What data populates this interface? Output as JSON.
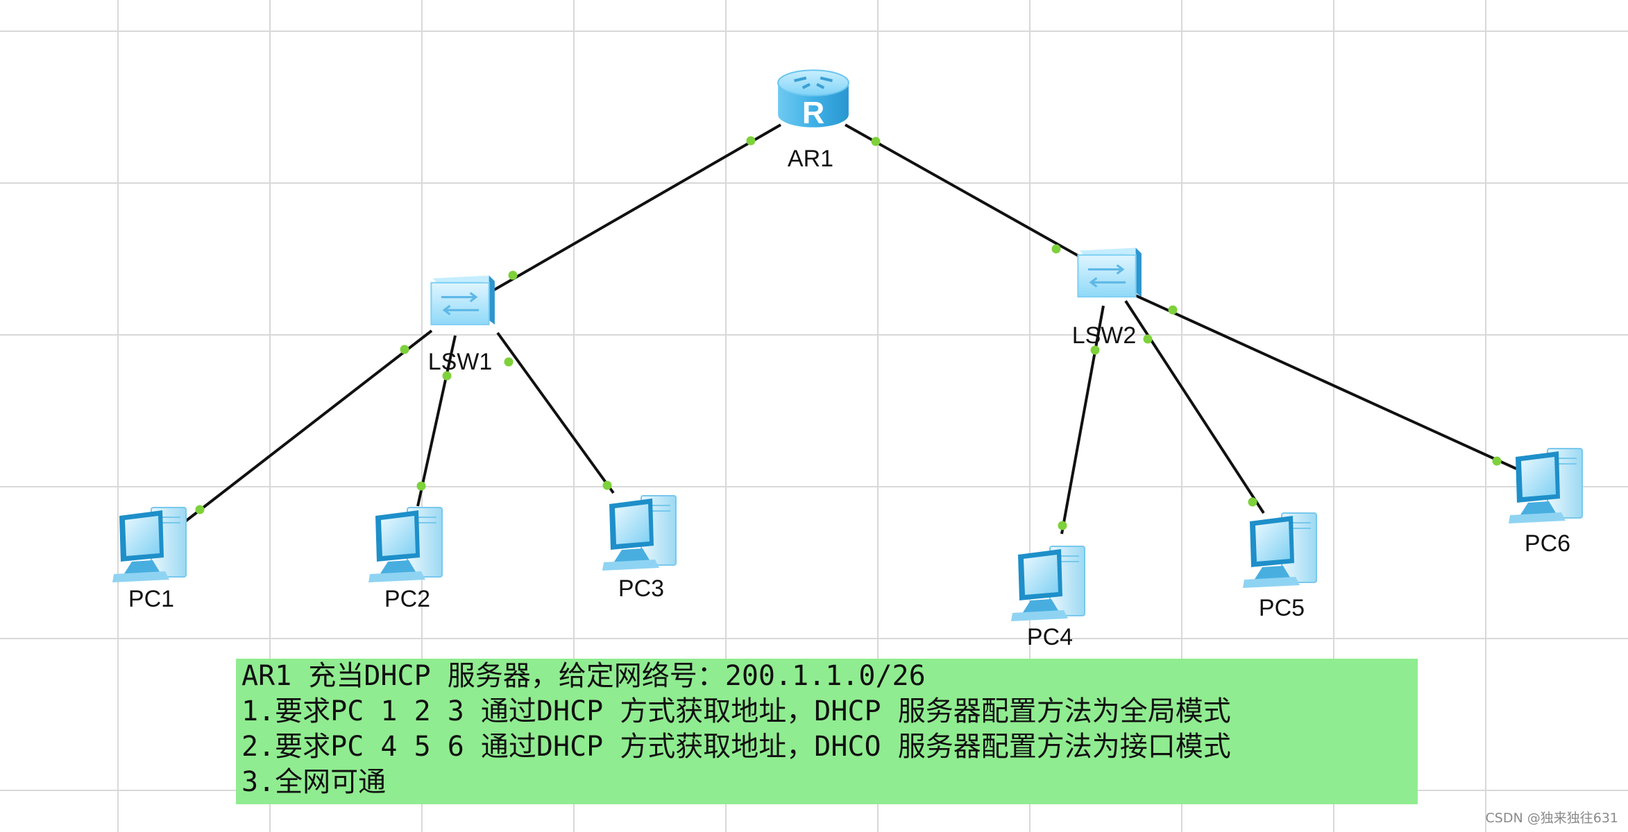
{
  "diagram": {
    "nodes": [
      {
        "id": "AR1",
        "type": "router",
        "label": "AR1"
      },
      {
        "id": "LSW1",
        "type": "switch",
        "label": "LSW1"
      },
      {
        "id": "LSW2",
        "type": "switch",
        "label": "LSW2"
      },
      {
        "id": "PC1",
        "type": "pc",
        "label": "PC1"
      },
      {
        "id": "PC2",
        "type": "pc",
        "label": "PC2"
      },
      {
        "id": "PC3",
        "type": "pc",
        "label": "PC3"
      },
      {
        "id": "PC4",
        "type": "pc",
        "label": "PC4"
      },
      {
        "id": "PC5",
        "type": "pc",
        "label": "PC5"
      },
      {
        "id": "PC6",
        "type": "pc",
        "label": "PC6"
      }
    ],
    "links": [
      {
        "from": "AR1",
        "to": "LSW1"
      },
      {
        "from": "AR1",
        "to": "LSW2"
      },
      {
        "from": "LSW1",
        "to": "PC1"
      },
      {
        "from": "LSW1",
        "to": "PC2"
      },
      {
        "from": "LSW1",
        "to": "PC3"
      },
      {
        "from": "LSW2",
        "to": "PC4"
      },
      {
        "from": "LSW2",
        "to": "PC5"
      },
      {
        "from": "LSW2",
        "to": "PC6"
      }
    ]
  },
  "note": {
    "lines": [
      "AR1 充当DHCP 服务器，给定网络号：200.1.1.0/26",
      "1.要求PC 1 2 3 通过DHCP 方式获取地址，DHCP 服务器配置方法为全局模式",
      "2.要求PC 4 5 6 通过DHCP 方式获取地址，DHCO 服务器配置方法为接口模式",
      "3.全网可通"
    ]
  },
  "watermark": "CSDN @独来独往631",
  "colors": {
    "link": "#111111",
    "port_dot": "#7dd13a",
    "note_background": "#90ec90",
    "grid": "#d8d8d8",
    "device": "#5cc0f0"
  }
}
